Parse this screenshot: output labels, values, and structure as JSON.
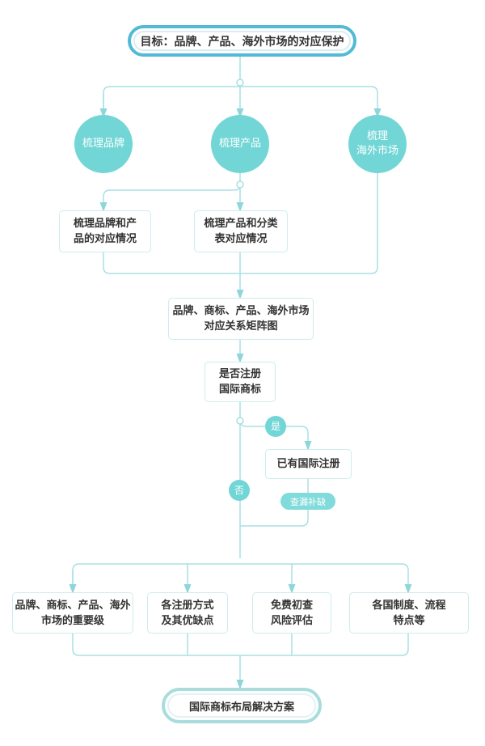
{
  "title": "目标：品牌、产品、海外市场的对应保护",
  "circles": [
    "梳理品牌",
    "梳理产品",
    "梳理\n海外市场"
  ],
  "boxes": {
    "brand_product": "梳理品牌和产\n品的对应情况",
    "product_class": "梳理产品和分类\n表对应情况",
    "matrix": "品牌、商标、产品、海外市场\n对应关系矩阵图",
    "question": "是否注册\n国际商标",
    "registered": "已有国际注册"
  },
  "yes_label": "是",
  "no_label": "否",
  "fill_gap": "查漏补缺",
  "bottom_boxes": [
    "品牌、商标、产品、海外\n市场的重要级",
    "各注册方式\n及其优缺点",
    "免费初查\n风险评估",
    "各国制度、流程\n特点等"
  ],
  "final": "国际商标布局解决方案",
  "colors": {
    "accent": "#72d6d6",
    "line": "#a8e0e4",
    "title_border": "#52b9d6"
  }
}
